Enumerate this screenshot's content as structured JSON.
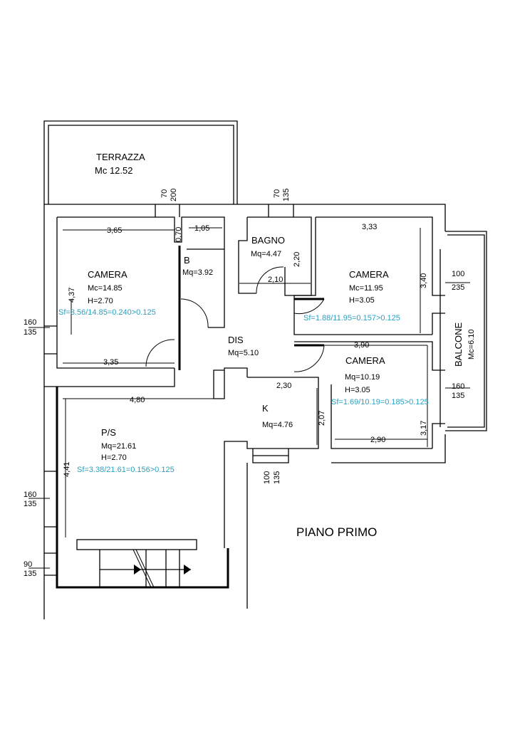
{
  "title": "PIANO PRIMO",
  "rooms": {
    "terrazza": {
      "name": "TERRAZZA",
      "area": "Mc 12.52"
    },
    "camera1": {
      "name": "CAMERA",
      "area": "Mc=14.85",
      "height": "H=2.70",
      "sf": "Sf=3.56/14.85=0.240>0.125",
      "dim_w": "3,65",
      "dim_w2": "3,35",
      "dim_h": "4,37"
    },
    "bagno_small": {
      "name": "B",
      "area": "Mq=3.92",
      "dim_w": "1,05",
      "dim_h": "0,70"
    },
    "bagno": {
      "name": "BAGNO",
      "area": "Mq=4.47",
      "dim_w": "2,10",
      "dim_h": "2,20"
    },
    "camera2": {
      "name": "CAMERA",
      "area": "Mc=11.95",
      "height": "H=3.05",
      "sf": "Sf=1.88/11.95=0.157>0.125",
      "dim_w": "3,33",
      "dim_h": "3,40"
    },
    "dis": {
      "name": "DIS",
      "area": "Mq=5.10"
    },
    "camera3": {
      "name": "CAMERA",
      "area": "Mq=10.19",
      "height": "H=3.05",
      "sf": "Sf=1.69/10.19=0.185>0.125",
      "dim_w": "3,90",
      "dim_w2": "2,90",
      "dim_h": "3,17"
    },
    "k": {
      "name": "K",
      "area": "Mq=4.76",
      "dim_w": "2,30",
      "dim_h": "2,07"
    },
    "ps": {
      "name": "P/S",
      "area": "Mq=21.61",
      "height": "H=2.70",
      "sf": "Sf=3.38/21.61=0.156>0.125",
      "dim_w": "4,80",
      "dim_h": "4,41"
    },
    "balcone": {
      "name": "BALCONE",
      "area": "Mc=6.10"
    }
  },
  "openings": [
    {
      "id": "w1",
      "top": "70",
      "bottom": "200"
    },
    {
      "id": "w2",
      "top": "70",
      "bottom": "135"
    },
    {
      "id": "w3",
      "top": "100",
      "bottom": "235"
    },
    {
      "id": "w4",
      "top": "160",
      "bottom": "135"
    },
    {
      "id": "w5",
      "top": "160",
      "bottom": "135"
    },
    {
      "id": "w6",
      "top": "160",
      "bottom": "135"
    },
    {
      "id": "w7",
      "top": "90",
      "bottom": "135"
    },
    {
      "id": "w8",
      "top": "100",
      "bottom": "135"
    }
  ]
}
